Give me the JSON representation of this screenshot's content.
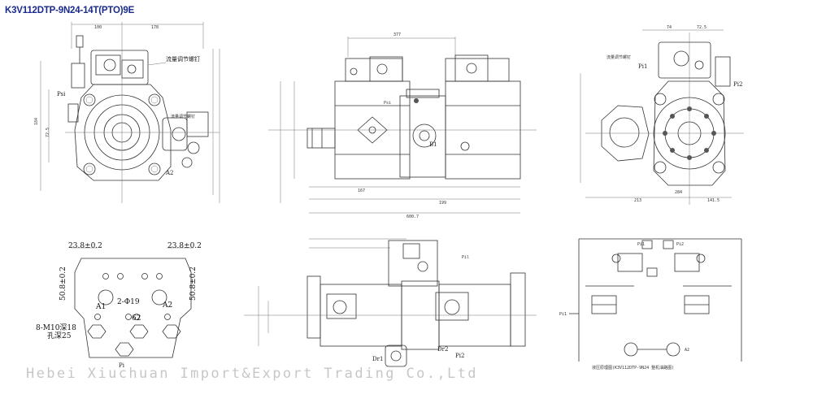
{
  "title": "K3V112DTP-9N24-14T(PTO)9E",
  "watermark": "Hebei Xiuchuan Import&Export Trading Co.,Ltd",
  "dimensions": {
    "a_top1": "100",
    "a_top2": "178",
    "a_left1": "184",
    "a_left2": "72.5",
    "b_top": "377",
    "b_bottom1": "167",
    "b_bottom2": "199",
    "b_total": "600.7",
    "c_top1": "74",
    "c_top2": "72.5",
    "c_bottom1": "213",
    "c_bottom2": "284",
    "c_bottom3": "141.5",
    "d_left": "23.8±0.2",
    "d_right": "23.8±0.2",
    "d_holes": "2-Φ19",
    "d_v_left": "50.8±0.2",
    "d_v_right": "50.8±0.2",
    "d_mid": "62",
    "d_note1": "8-M10深18",
    "d_note2": "孔深25"
  },
  "ports": {
    "psi": "Psi",
    "psi2": "Psi",
    "pi1": "Pi1",
    "pi2": "Pi2",
    "a1": "A1",
    "a2": "A2",
    "pi": "Pi",
    "dr1": "Dr1",
    "dr2": "Dr2",
    "b1": "B1",
    "pil": "Pil"
  },
  "callouts": {
    "adj1": "流量调节螺钉",
    "adj2": "流量调节螺钉",
    "hydraulic_caption": "液压原理图(K3V112DTP-9N24 整机油路图)"
  }
}
